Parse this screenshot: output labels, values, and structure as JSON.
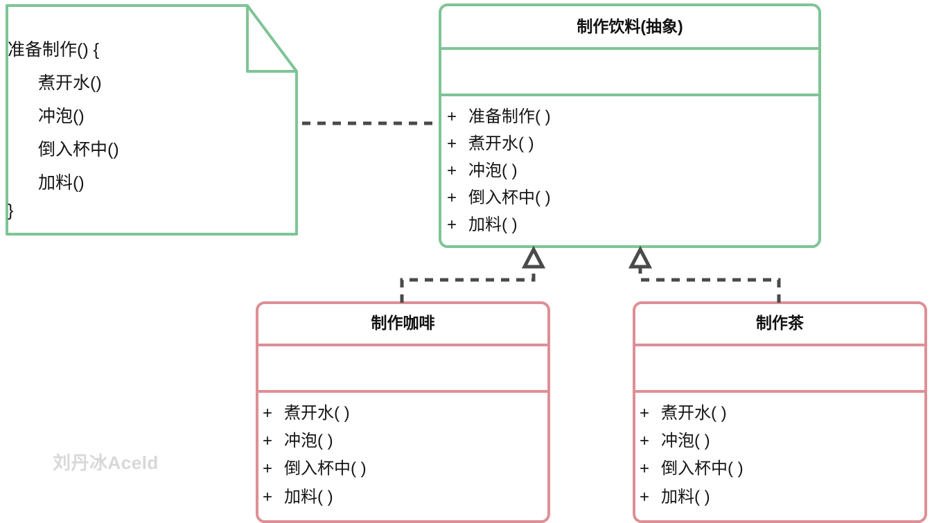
{
  "diagram": {
    "kind": "uml-class-diagram",
    "title_hint": "Template Method Pattern",
    "colors": {
      "abstract_stroke": "#7ec496",
      "note_stroke": "#7ec496",
      "concrete_stroke": "#de8f96",
      "connector": "#4a4a4a",
      "text": "#151515",
      "watermark": "#d8d8d8",
      "background": "#ffffff"
    }
  },
  "note": {
    "name": "准备制作()-note",
    "lines": [
      "准备制作() {",
      "煮开水()",
      "冲泡()",
      "倒入杯中()",
      "加料()",
      "}"
    ],
    "indent_flags": [
      false,
      true,
      true,
      true,
      true,
      false
    ]
  },
  "abstract_class": {
    "title": "制作饮料(抽象)",
    "attributes": [],
    "methods": [
      {
        "visibility": "+",
        "signature": "准备制作( )"
      },
      {
        "visibility": "+",
        "signature": "煮开水( )"
      },
      {
        "visibility": "+",
        "signature": "冲泡( )"
      },
      {
        "visibility": "+",
        "signature": "倒入杯中( )"
      },
      {
        "visibility": "+",
        "signature": "加料( )"
      }
    ]
  },
  "concrete_classes": [
    {
      "title": "制作咖啡",
      "attributes": [],
      "methods": [
        {
          "visibility": "+",
          "signature": "煮开水( )"
        },
        {
          "visibility": "+",
          "signature": "冲泡( )"
        },
        {
          "visibility": "+",
          "signature": "倒入杯中( )"
        },
        {
          "visibility": "+",
          "signature": "加料( )"
        }
      ]
    },
    {
      "title": "制作茶",
      "attributes": [],
      "methods": [
        {
          "visibility": "+",
          "signature": "煮开水( )"
        },
        {
          "visibility": "+",
          "signature": "冲泡( )"
        },
        {
          "visibility": "+",
          "signature": "倒入杯中( )"
        },
        {
          "visibility": "+",
          "signature": "加料( )"
        }
      ]
    }
  ],
  "connectors": [
    {
      "name": "note-to-abstract-link",
      "style": "dashed",
      "arrow": "none"
    },
    {
      "name": "coffee-realizes-abstract",
      "style": "dashed",
      "arrow": "hollow-triangle"
    },
    {
      "name": "tea-realizes-abstract",
      "style": "dashed",
      "arrow": "hollow-triangle"
    }
  ],
  "watermark": {
    "text": "刘丹冰Aceld"
  }
}
